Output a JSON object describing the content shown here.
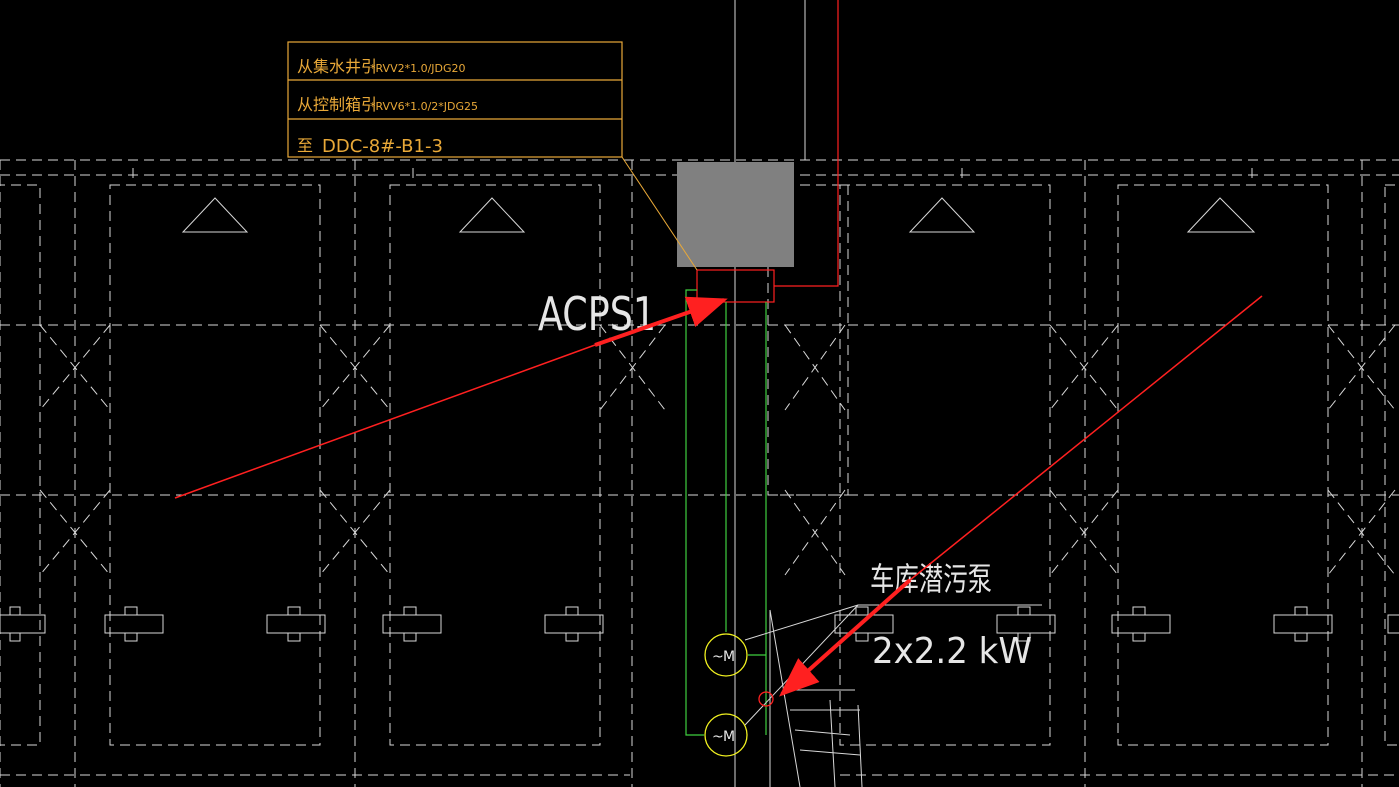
{
  "annotation_box": {
    "row1": {
      "main": "从集水井引",
      "spec": "*RVV2*1.0/JDG20"
    },
    "row2": {
      "main": "从控制箱引",
      "spec": "*RVV6*1.0/2*JDG25"
    },
    "row3": {
      "main": "至",
      "spec": "DDC-8#-B1-3"
    }
  },
  "equipment": {
    "panel_label": "ACPS1",
    "pump_name": "车库潜污泵",
    "pump_power": "2x2.2  kW",
    "motor_symbol": "M",
    "motor_prefix": "~"
  },
  "colors": {
    "background": "#000000",
    "annotation": "#e8a838",
    "red_marker": "#ff2020",
    "green_wire": "#3fcf3f",
    "motor_circle": "#f0f020",
    "panel_fill": "#808080",
    "linework": "#d8d8d8"
  }
}
